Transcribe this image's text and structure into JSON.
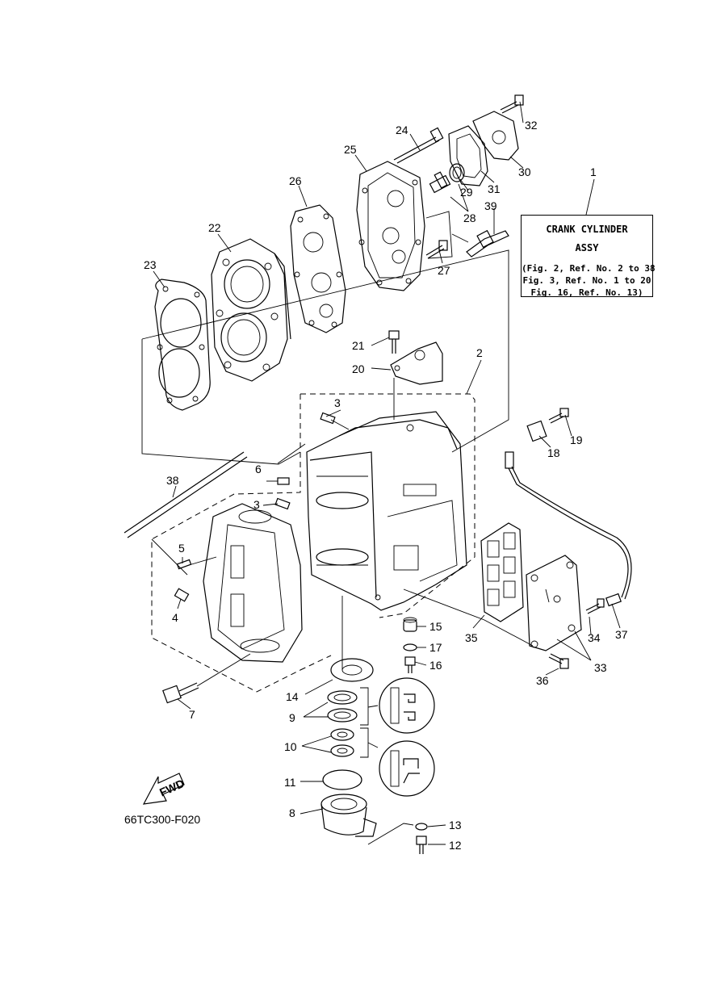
{
  "assembly": {
    "title_line1": "CRANK CYLINDER",
    "title_line2": "ASSY",
    "refs": [
      "(Fig. 2, Ref. No. 2 to 38",
      "Fig. 3, Ref. No. 1 to 20",
      "Fig. 16, Ref. No. 13)"
    ]
  },
  "figure_code": "66TC300-F020",
  "fwd_label": "FWD",
  "callouts": [
    "1",
    "2",
    "3",
    "3",
    "4",
    "5",
    "6",
    "7",
    "8",
    "9",
    "10",
    "11",
    "12",
    "13",
    "14",
    "15",
    "16",
    "17",
    "18",
    "19",
    "20",
    "21",
    "22",
    "23",
    "24",
    "25",
    "26",
    "27",
    "28",
    "29",
    "30",
    "31",
    "32",
    "33",
    "34",
    "35",
    "36",
    "37",
    "38",
    "39"
  ]
}
